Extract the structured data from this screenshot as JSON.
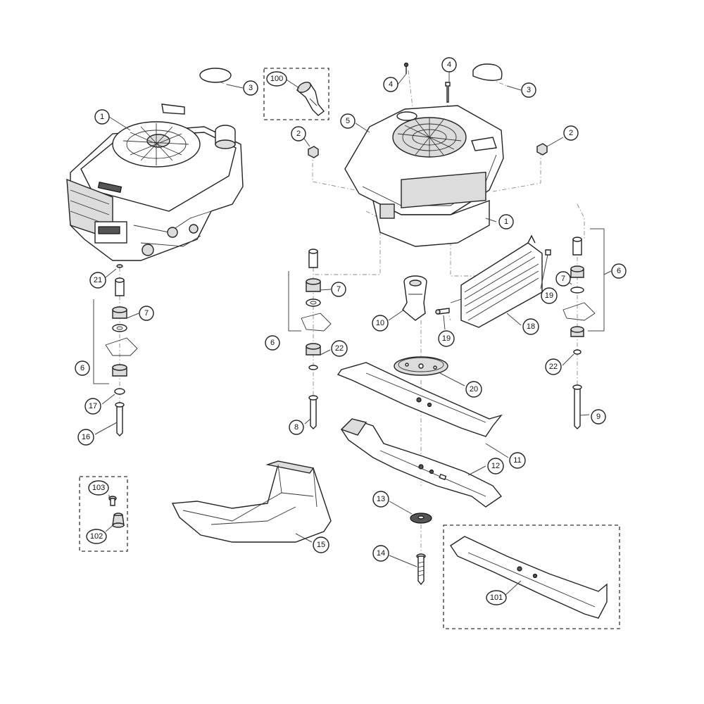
{
  "callouts": [
    {
      "id": "c1a",
      "label": "1"
    },
    {
      "id": "c1b",
      "label": "1"
    },
    {
      "id": "c2a",
      "label": "2"
    },
    {
      "id": "c2b",
      "label": "2"
    },
    {
      "id": "c3a",
      "label": "3"
    },
    {
      "id": "c3b",
      "label": "3"
    },
    {
      "id": "c4a",
      "label": "4"
    },
    {
      "id": "c4b",
      "label": "4"
    },
    {
      "id": "c5",
      "label": "5"
    },
    {
      "id": "c6a",
      "label": "6"
    },
    {
      "id": "c6b",
      "label": "6"
    },
    {
      "id": "c6c",
      "label": "6"
    },
    {
      "id": "c7a",
      "label": "7"
    },
    {
      "id": "c7b",
      "label": "7"
    },
    {
      "id": "c7c",
      "label": "7"
    },
    {
      "id": "c8",
      "label": "8"
    },
    {
      "id": "c9",
      "label": "9"
    },
    {
      "id": "c10",
      "label": "10"
    },
    {
      "id": "c11",
      "label": "11"
    },
    {
      "id": "c12",
      "label": "12"
    },
    {
      "id": "c13",
      "label": "13"
    },
    {
      "id": "c14",
      "label": "14"
    },
    {
      "id": "c15",
      "label": "15"
    },
    {
      "id": "c16",
      "label": "16"
    },
    {
      "id": "c17",
      "label": "17"
    },
    {
      "id": "c18",
      "label": "18"
    },
    {
      "id": "c19a",
      "label": "19"
    },
    {
      "id": "c19b",
      "label": "19"
    },
    {
      "id": "c20",
      "label": "20"
    },
    {
      "id": "c21",
      "label": "21"
    },
    {
      "id": "c22a",
      "label": "22"
    },
    {
      "id": "c22b",
      "label": "22"
    },
    {
      "id": "c100",
      "label": "100"
    },
    {
      "id": "c101",
      "label": "101"
    },
    {
      "id": "c102",
      "label": "102"
    },
    {
      "id": "c103",
      "label": "103"
    }
  ]
}
